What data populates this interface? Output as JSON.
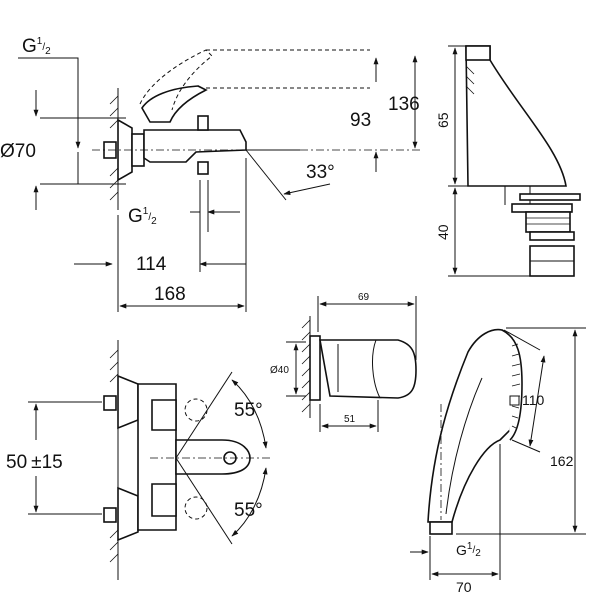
{
  "views": {
    "side": {
      "dims": {
        "thread_g": "G",
        "thread_sup": "1",
        "thread_sub": "2",
        "diameter": "Ø70",
        "d136": "136",
        "d93": "93",
        "angle": "33°",
        "outlet_g": "G",
        "outlet_sup": "1",
        "outlet_sub": "2",
        "d114": "114",
        "d168": "168"
      }
    },
    "handle": {
      "dims": {
        "d65": "65",
        "d40": "40"
      }
    },
    "front": {
      "dims": {
        "spacing": "50",
        "tolerance": "±15",
        "angle_top": "55°",
        "angle_bottom": "55°"
      }
    },
    "holder": {
      "dims": {
        "d69": "69",
        "d40": "Ø40",
        "d51": "51"
      }
    },
    "shower": {
      "dims": {
        "face": "110",
        "length": "162",
        "thread_g": "G",
        "thread_sup": "1",
        "thread_sub": "2",
        "width": "70"
      }
    }
  }
}
